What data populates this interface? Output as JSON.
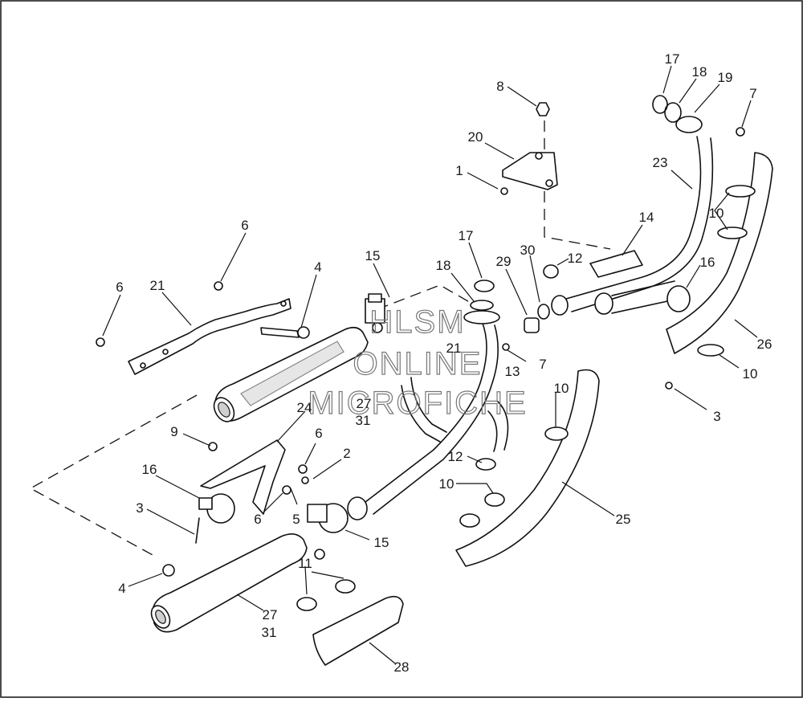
{
  "watermark": {
    "line1": "HLSM",
    "line2": "ONLINE",
    "line3": "MICROFICHE"
  },
  "callouts": [
    "17",
    "18",
    "19",
    "7",
    "8",
    "20",
    "1",
    "23",
    "14",
    "10",
    "12",
    "30",
    "29",
    "17",
    "18",
    "16",
    "26",
    "10",
    "3",
    "6",
    "4",
    "6",
    "21",
    "15",
    "21",
    "13",
    "7",
    "27",
    "31",
    "24",
    "9",
    "6",
    "2",
    "16",
    "3",
    "6",
    "5",
    "10",
    "12",
    "10",
    "25",
    "15",
    "4",
    "11",
    "27",
    "31",
    "28"
  ]
}
